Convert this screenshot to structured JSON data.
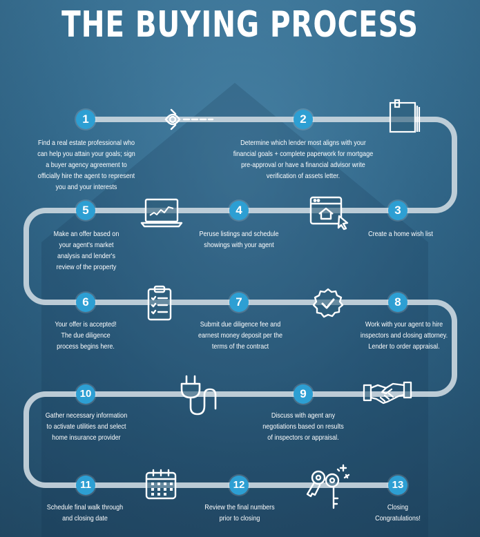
{
  "title": "THE BUYING PROCESS",
  "colors": {
    "accent": "#2d9fd3",
    "path": "#c9d6de",
    "text": "#ffffff"
  },
  "steps": [
    {
      "num": "1",
      "text": "Find a real estate professional who can help you attain your goals; sign a buyer agency agreement to officially hire the agent to represent you and your interests",
      "icon": "eye-icon"
    },
    {
      "num": "2",
      "text": "Determine which lender most aligns with your financial goals + complete paperwork for mortgage pre-approval or have a financial advisor write verification of assets letter.",
      "icon": "notepad-icon"
    },
    {
      "num": "3",
      "text": "Create a home wish list",
      "icon": "web-house-icon"
    },
    {
      "num": "4",
      "text": "Peruse listings and schedule showings with your agent",
      "icon": "laptop-chart-icon"
    },
    {
      "num": "5",
      "text": "Make an offer based on your agent's market analysis and lender's review of the property",
      "icon": ""
    },
    {
      "num": "6",
      "text": "Your offer is accepted! The due diligence process begins here.",
      "icon": "clipboard-checklist-icon"
    },
    {
      "num": "7",
      "text": "Submit due diligence fee and earnest money deposit per the terms of the contract",
      "icon": "badge-check-icon"
    },
    {
      "num": "8",
      "text": "Work with your agent to hire inspectors and closing attorney. Lender to order appraisal.",
      "icon": ""
    },
    {
      "num": "9",
      "text": "Discuss with agent any negotiations based on results of inspectors or appraisal.",
      "icon": "handshake-icon"
    },
    {
      "num": "10",
      "text": "Gather necessary information to activate utilities and select home insurance provider",
      "icon": "plug-icon"
    },
    {
      "num": "11",
      "text": "Schedule final walk through and closing date",
      "icon": "calendar-icon"
    },
    {
      "num": "12",
      "text": "Review the final numbers prior to closing",
      "icon": "keys-icon"
    },
    {
      "num": "13",
      "text": "Closing Congratulations!",
      "icon": ""
    }
  ]
}
